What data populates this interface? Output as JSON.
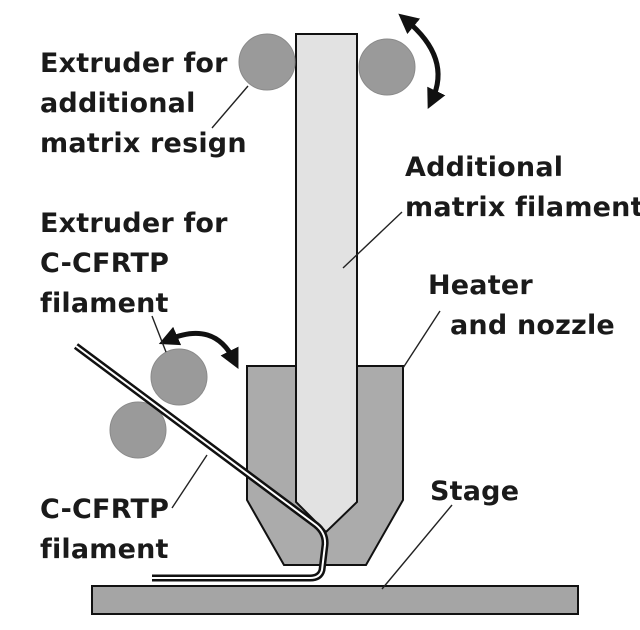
{
  "diagram": {
    "labels": {
      "extruder_matrix": [
        "Extruder for",
        "additional",
        "matrix resign"
      ],
      "additional_filament": [
        "Additional",
        "matrix filament"
      ],
      "extruder_cfrtp": [
        "Extruder for",
        "C-CFRTP",
        "filament"
      ],
      "heater_nozzle": [
        "Heater",
        "and nozzle"
      ],
      "cfrtp_filament": [
        "C-CFRTP",
        "filament"
      ],
      "stage": "Stage"
    },
    "colors": {
      "roller": "#9a9a9a",
      "nozzle_body": "#ababab",
      "matrix_rod": "#e2e2e2",
      "stage": "#a5a5a5",
      "outline": "#111111"
    }
  }
}
